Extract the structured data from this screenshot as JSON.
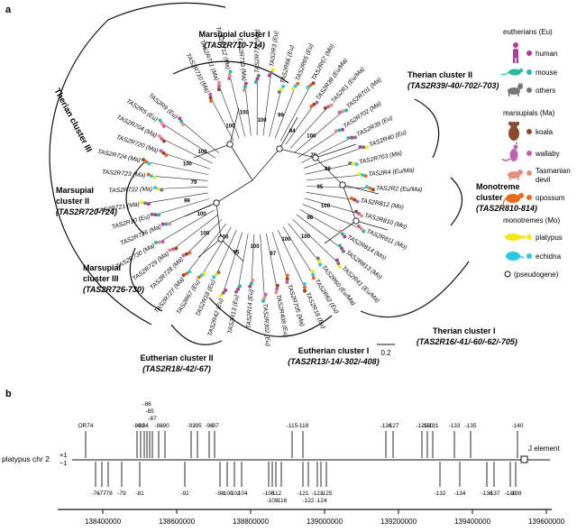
{
  "panel_a": {
    "label": "a",
    "clusters": {
      "therian_iii": "Therian cluster III",
      "marsupial_i_title": "Marsupial cluster I",
      "marsupial_i_genes": "(TAS2R710-714)",
      "therian_ii_title": "Therian cluster II",
      "therian_ii_genes": "(TAS2R39/-40/-702/-703)",
      "monotreme_title_1": "Monotreme",
      "monotreme_title_2": "cluster",
      "monotreme_genes": "(TAS2R810-814)",
      "marsupial_ii_title_1": "Marsupial",
      "marsupial_ii_title_2": "cluster II",
      "marsupial_ii_genes": "(TAS2R720-724)",
      "marsupial_iii_title_1": "Marsupial",
      "marsupial_iii_title_2": "cluster III",
      "marsupial_iii_genes": "(TAS2R726-730)",
      "eutherian_ii_title": "Eutherian cluster II",
      "eutherian_ii_genes": "(TAS2R18/-42/-67)",
      "eutherian_i_title": "Eutherian cluster I",
      "eutherian_i_genes": "(TAS2R13/-14/-302/-408)",
      "therian_i_title": "Therian cluster I",
      "therian_i_genes": "(TAS2R16/-41/-60/-62/-705)"
    },
    "leaves": [
      "TAS2R710 (Ma)",
      "TAS2R711 (Ma)",
      "TAS2R712 (Ma)",
      "TAS2R713 (Ma)",
      "TAS2R714 (Ma)",
      "TAS2R3 (Eu)",
      "TAS2R66 (Eu)",
      "TAS2R65 (Eu)",
      "TAS2R67 (Mo)",
      "TAS2R38 (Eu/Ma)",
      "TAS2R1 (Eu/Ma)",
      "TAS2R701 (Ma)",
      "TAS2R702 (Ma)",
      "TAS2R39 (Eu)",
      "TAS2R40 (Eu)",
      "TAS2R703 (Ma)",
      "TAS2R4 (Eu/Ma)",
      "TAS2R2 (Eu/Ma)",
      "TAS2R812 (Mo)",
      "TAS2R810 (Mo)",
      "TAS2R811 (Mo)",
      "TAS2R814 (Mo)",
      "TAS2R813 (Mo)",
      "TAS2R41 (Eu/Ma)",
      "TAS2R60 (Eu/Ma)",
      "TAS2R62 (Eu)",
      "TAS2R16 (Eu)",
      "TAS2R705 (Ma)",
      "TAS2R408 (Eu)",
      "TAS2R302 (Eu)",
      "TAS2R14 (Eu)",
      "TAS2R13 (Eu)",
      "TAS2R42 (Eu)",
      "TAS2R18 (Eu)",
      "TAS2R67 (Eu)",
      "TAS2R727 (Ma)",
      "TAS2R728 (Ma)",
      "TAS2R729 (Ma)",
      "TAS2R730 (Ma)",
      "TAS2R726 (Ma)",
      "TAS2R10 (Eu)",
      "TAS2R721 (Ma)",
      "TAS2R722 (Ma)",
      "TAS2R723 (Ma)",
      "TAS2R724 (Ma)",
      "TAS2R720 (Ma)",
      "TAS2R704 (Ma)",
      "TAS2R5 (Eu)",
      "TAS2R9 (Eu)"
    ],
    "bootstrap_labels": [
      "100",
      "100",
      "100",
      "99",
      "84",
      "100",
      "70",
      "98",
      "95",
      "100",
      "98",
      "100",
      "100",
      "97",
      "100",
      "95",
      "100",
      "100",
      "100",
      "99",
      "79",
      "100",
      "100"
    ],
    "scale_bar": "0.2",
    "legend": {
      "eutherians_heading": "eutherians (Eu)",
      "eutherians": [
        {
          "label": "human",
          "color": "#b03aa0"
        },
        {
          "label": "mouse",
          "color": "#2ab89a"
        },
        {
          "label": "others",
          "color": "#777777"
        }
      ],
      "marsupials_heading": "marsupials (Ma)",
      "marsupials": [
        {
          "label": "koala",
          "color": "#8b4a2a"
        },
        {
          "label": "wallaby",
          "color": "#c060b0"
        },
        {
          "label": "Tasmanian",
          "color": "#e3907e"
        },
        {
          "label": "devil",
          "color": "#e3907e"
        },
        {
          "label": "opossum",
          "color": "#e8681c"
        }
      ],
      "monotremes_heading": "monotremes (Mo)",
      "monotremes": [
        {
          "label": "platypus",
          "color": "#f0e81a"
        },
        {
          "label": "echidna",
          "color": "#2bc6e6"
        }
      ],
      "pseudogene": "(pseudogene)"
    }
  },
  "panel_b": {
    "label": "b",
    "chromosome": "platypus chr 2",
    "strand_plus": "+1",
    "strand_minus": "−1",
    "end_feature": "J element",
    "upper_labels": [
      "OR74",
      "-80",
      "-82",
      "-84",
      "-86",
      "-85",
      "-87",
      "-88",
      "-90",
      "-93",
      "-95",
      "-96",
      "-97",
      "-115",
      "-118",
      "-126",
      "-127",
      "-129",
      "-130",
      "-131",
      "-133",
      "-135",
      "-140"
    ],
    "lower_labels": [
      "-76",
      "-77",
      "-78",
      "-79",
      "-81",
      "-92",
      "-98",
      "-100",
      "-102",
      "-104",
      "-108",
      "-109",
      "-112",
      "-116",
      "-121",
      "-122",
      "-123",
      "-124",
      "-125",
      "-132",
      "-134",
      "-136",
      "-137",
      "-138",
      "-139"
    ],
    "axis_ticks": [
      "138400000",
      "138600000",
      "138800000",
      "139000000",
      "139200000",
      "139400000",
      "139600000"
    ]
  }
}
